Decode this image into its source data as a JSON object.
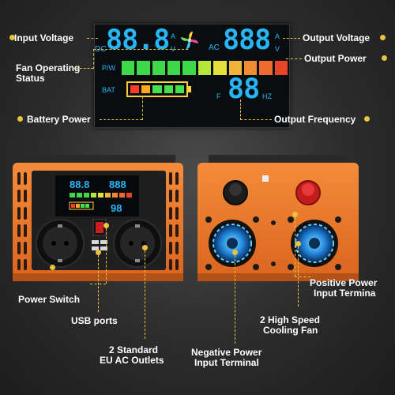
{
  "labels": {
    "input_voltage": "Input Voltage",
    "output_voltage": "Output Voltage",
    "fan_status": "Fan Operating Status",
    "fan_status_line1": "Fan Operating",
    "fan_status_line2": "Status",
    "output_power": "Output Power",
    "battery_power": "Battery Power",
    "output_frequency": "Output Frequency",
    "power_switch": "Power Switch",
    "usb_ports": "USB ports",
    "outlets_line1": "2 Standard",
    "outlets_line2": "EU AC Outlets",
    "negative_line1": "Negative Power",
    "negative_line2": "Input Terminal",
    "positive_line1": "Positive Power",
    "positive_line2": "Input Termina",
    "fan_line1": "2 High Speed",
    "fan_line2": "Cooling Fan"
  },
  "display": {
    "input_value": "88.8",
    "output_value": "888",
    "freq_value": "88",
    "dc": "DC",
    "ac": "AC",
    "a": "A",
    "v": "V",
    "pw": "P/W",
    "bat": "BAT",
    "f": "F",
    "hz": "HZ",
    "power_bar_colors": [
      "#3ed84a",
      "#3ed84a",
      "#3ed84a",
      "#3ed84a",
      "#3ed84a",
      "#b4e63c",
      "#e6e03c",
      "#f0b43a",
      "#f08c32",
      "#f06a2e",
      "#e8442a"
    ],
    "battery_cells": [
      "#ff3c28",
      "#ffa91c",
      "#49e04f",
      "#49e04f",
      "#49e04f"
    ]
  },
  "colors": {
    "accent": "#e9c240",
    "housing": "#ef7a29",
    "digit_blue": "#27b6f5"
  }
}
